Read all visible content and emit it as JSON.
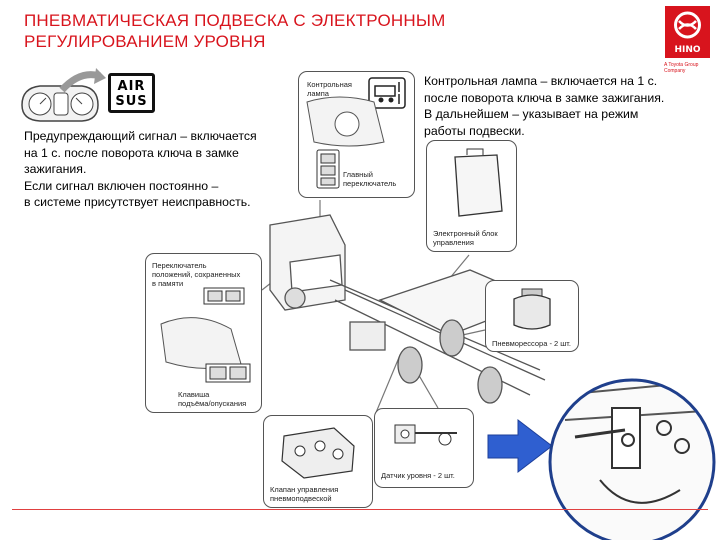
{
  "title": "ПНЕВМАТИЧЕСКАЯ ПОДВЕСКА С ЭЛЕКТРОННЫМ РЕГУЛИРОВАНИЕМ УРОВНЯ",
  "logo": {
    "brand": "HINO",
    "tagline": "A Toyota Group Company",
    "color": "#d8141d"
  },
  "indicator": {
    "line1": "AIR",
    "line2": "SUS"
  },
  "warning_text": [
    "Предупреждающий сигнал – включается",
    "на 1 с. после поворота ключа в замке",
    "зажигания.",
    "Если сигнал включен постоянно –",
    "в системе присутствует неисправность."
  ],
  "lamp_text": [
    "Контрольная лампа – включается на 1 с.",
    "после поворота ключа в замке зажигания.",
    "В дальнейшем – указывает на режим",
    "работы подвески."
  ],
  "labels": {
    "control_lamp": [
      "Контрольная",
      "лампа"
    ],
    "main_switch": [
      "Главный",
      "переключатель"
    ],
    "ecu": [
      "Электронный блок",
      "управления"
    ],
    "memory_switch": [
      "Переключатель",
      "положений, сохраненных",
      "в памяти"
    ],
    "lift_key": [
      "Клавиша",
      "подъёма/опускания"
    ],
    "bellows": "Пневморессора - 2 шт.",
    "valve": [
      "Клапан управления",
      "пневмоподвеской"
    ],
    "level_sensor": "Датчик уровня - 2 шт."
  },
  "colors": {
    "accent": "#d8141d",
    "arrow": "#2f5fd0",
    "circle": "#1f3f8c"
  }
}
